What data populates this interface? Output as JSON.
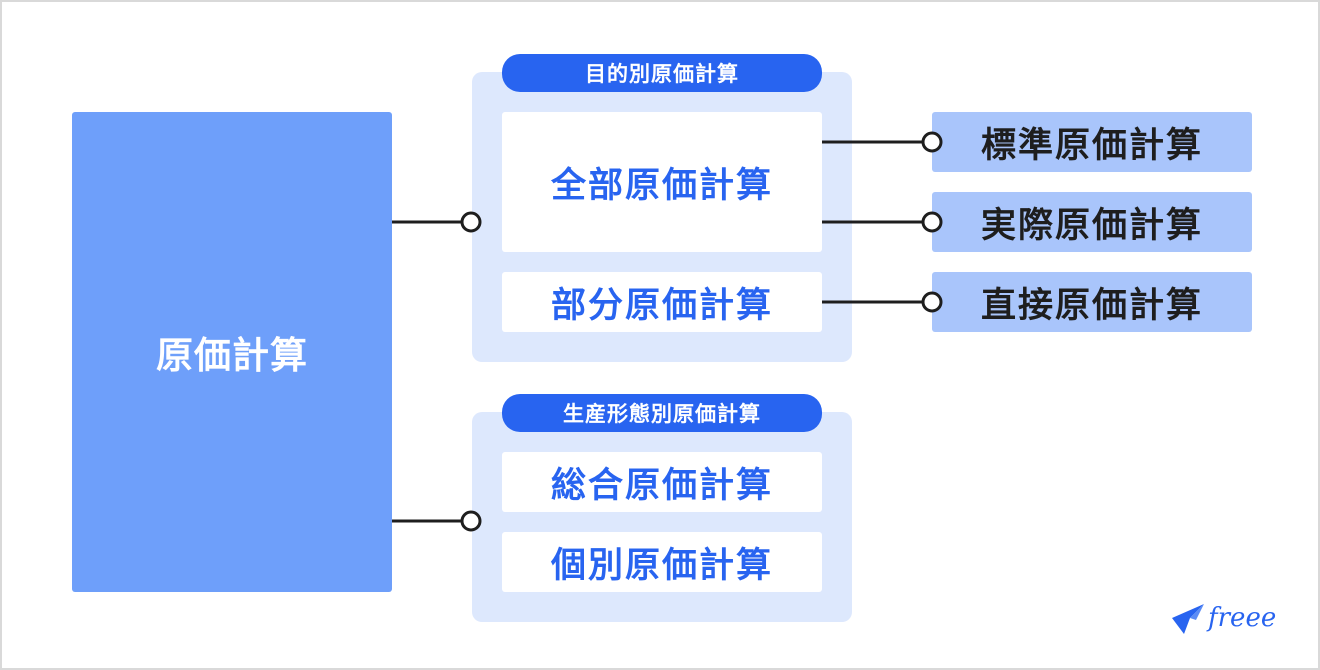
{
  "root": {
    "label": "原価計算"
  },
  "groups": [
    {
      "title": "目的別原価計算",
      "items": [
        {
          "label": "全部原価計算"
        },
        {
          "label": "部分原価計算"
        }
      ]
    },
    {
      "title": "生産形態別原価計算",
      "items": [
        {
          "label": "総合原価計算"
        },
        {
          "label": "個別原価計算"
        }
      ]
    }
  ],
  "leaves": [
    {
      "label": "標準原価計算"
    },
    {
      "label": "実際原価計算"
    },
    {
      "label": "直接原価計算"
    }
  ],
  "logo": {
    "text": "freee"
  },
  "colors": {
    "root_fill": "#6e9ffa",
    "group_fill": "#dde8fd",
    "pill_fill": "#2864f0",
    "item_text": "#2864f0",
    "leaf_fill": "#a9c5fb",
    "connector": "#1e1e1e"
  }
}
